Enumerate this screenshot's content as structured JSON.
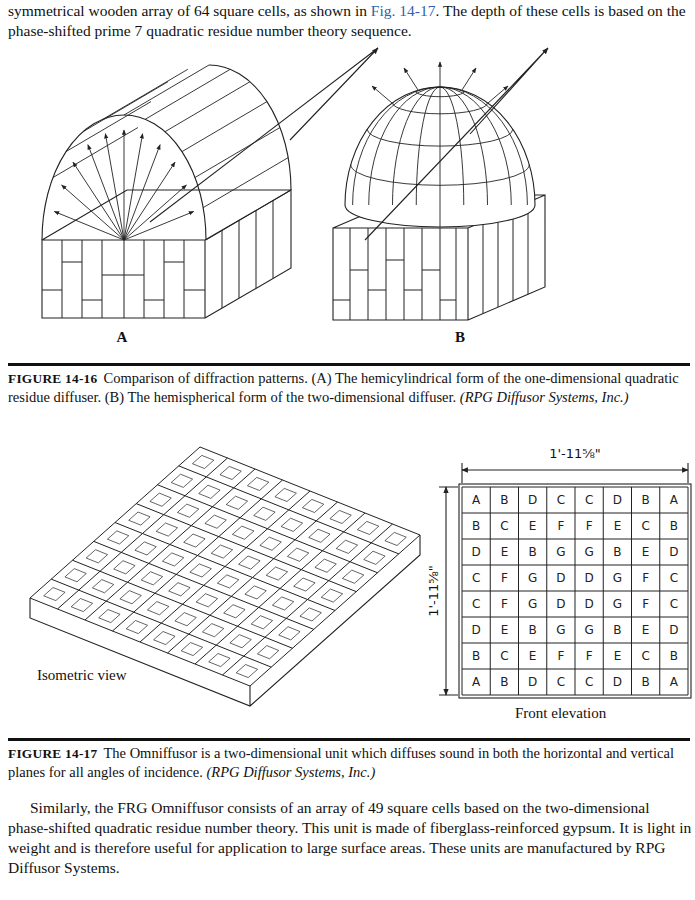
{
  "diagram": {
    "labels": [
      "symmetrical wooden array of 64 square cells, as shown in",
      "Fig. 14-17",
      ". The depth of these cells is based on the phase-shifted prime 7 quadratic residue number theory sequence.",
      "A",
      "B",
      "FIGURE 14-16",
      "Comparison of diffraction patterns. (A) The hemicylindrical form of the one-dimensional quadratic residue diffuser. (B) The hemispherical form of the two-dimensional diffuser.",
      "(RPG Diffusor Systems, Inc.)",
      "Isometric view",
      "1'-11⅝\"",
      "1'-11⅝\"",
      "A",
      "B",
      "D",
      "C",
      "C",
      "D",
      "B",
      "A",
      "B",
      "C",
      "E",
      "F",
      "F",
      "E",
      "C",
      "B",
      "D",
      "E",
      "B",
      "G",
      "G",
      "B",
      "E",
      "D",
      "C",
      "F",
      "G",
      "D",
      "D",
      "G",
      "F",
      "C",
      "C",
      "F",
      "G",
      "D",
      "D",
      "G",
      "F",
      "C",
      "D",
      "E",
      "B",
      "G",
      "G",
      "B",
      "E",
      "D",
      "B",
      "C",
      "E",
      "F",
      "F",
      "E",
      "C",
      "B",
      "A",
      "B",
      "D",
      "C",
      "C",
      "D",
      "B",
      "A",
      "Front elevation",
      "FIGURE 14-17",
      "The Omniffusor is a two-dimensional unit which diffuses sound in both the horizontal and vertical planes for all angles of incidence.",
      "(RPG Diffusor Systems, Inc.)",
      "Similarly, the FRG Omniffusor consists of an array of 49 square cells based on the two-dimensional phase-shifted quadratic residue number theory. This unit is made of fiberglass-reinforced gypsum. It is light in weight and is therefore useful for application to large surface areas. These units are manufactured by RPG Diffusor Systems."
    ]
  }
}
